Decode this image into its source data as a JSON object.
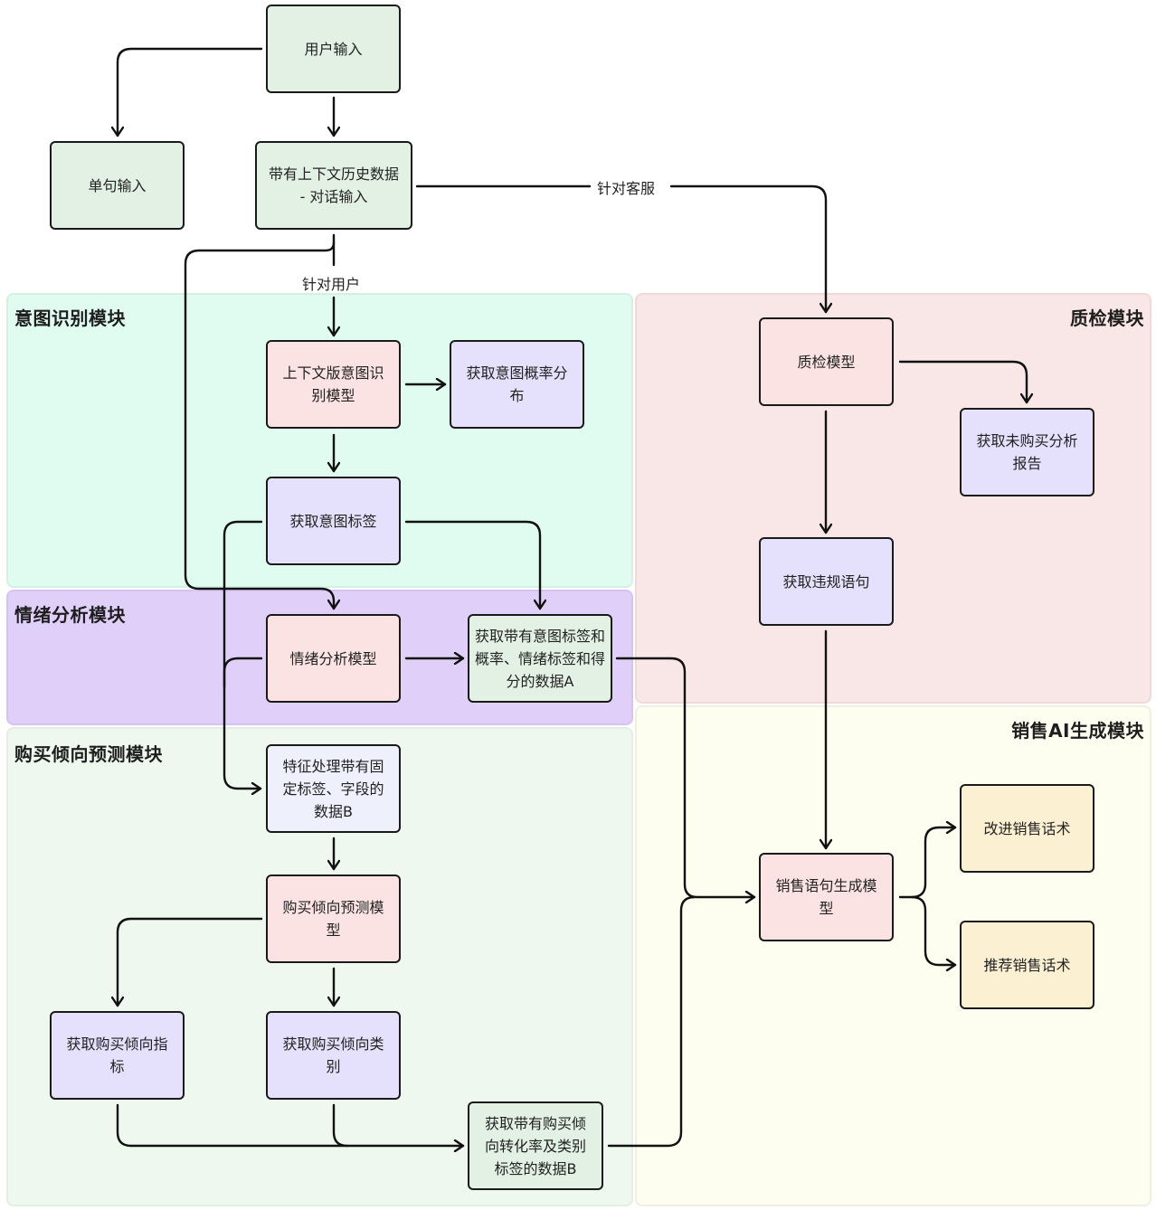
{
  "colors": {
    "group_intent": "#e0fcf1",
    "group_intent_border": "#d4efe3",
    "group_emotion": "#e0d0f9",
    "group_emotion_border": "#d6c3f3",
    "group_purchase": "#eef8ef",
    "group_purchase_border": "#e3eee4",
    "group_qc": "#f9e6e6",
    "group_qc_border": "#f0d9d9",
    "group_sales": "#fdfdf0",
    "group_sales_border": "#efefe2",
    "node_green": "#e2f1e4",
    "node_pink": "#fae3e2",
    "node_lavender": "#e5e0fb",
    "node_lightblue": "#eef0fc",
    "node_yellow": "#fcf0d3",
    "edge": "#111111"
  },
  "groups": {
    "intent": "意图识别模块",
    "emotion": "情绪分析模块",
    "purchase": "购买倾向预测模块",
    "qc": "质检模块",
    "sales": "销售AI生成模块"
  },
  "nodes": {
    "user_input": "用户输入",
    "single_input": "单句输入",
    "context_input": "带有上下文历史数据 - 对话输入",
    "intent_model": "上下文版意图识别模型",
    "intent_prob": "获取意图概率分布",
    "intent_label": "获取意图标签",
    "emotion_model": "情绪分析模型",
    "data_a": "获取带有意图标签和概率、情绪标签和得分的数据A",
    "feature_b": "特征处理带有固定标签、字段的数据B",
    "purchase_model": "购买倾向预测模型",
    "purchase_index": "获取购买倾向指标",
    "purchase_category": "获取购买倾向类别",
    "data_b": "获取带有购买倾向转化率及类别标签的数据B",
    "qc_model": "质检模型",
    "no_purchase_report": "获取未购买分析报告",
    "violation": "获取违规语句",
    "sales_model": "销售语句生成模型",
    "improve_script": "改进销售话术",
    "recommend_script": "推荐销售话术"
  },
  "edge_labels": {
    "for_service": "针对客服",
    "for_user": "针对用户"
  }
}
